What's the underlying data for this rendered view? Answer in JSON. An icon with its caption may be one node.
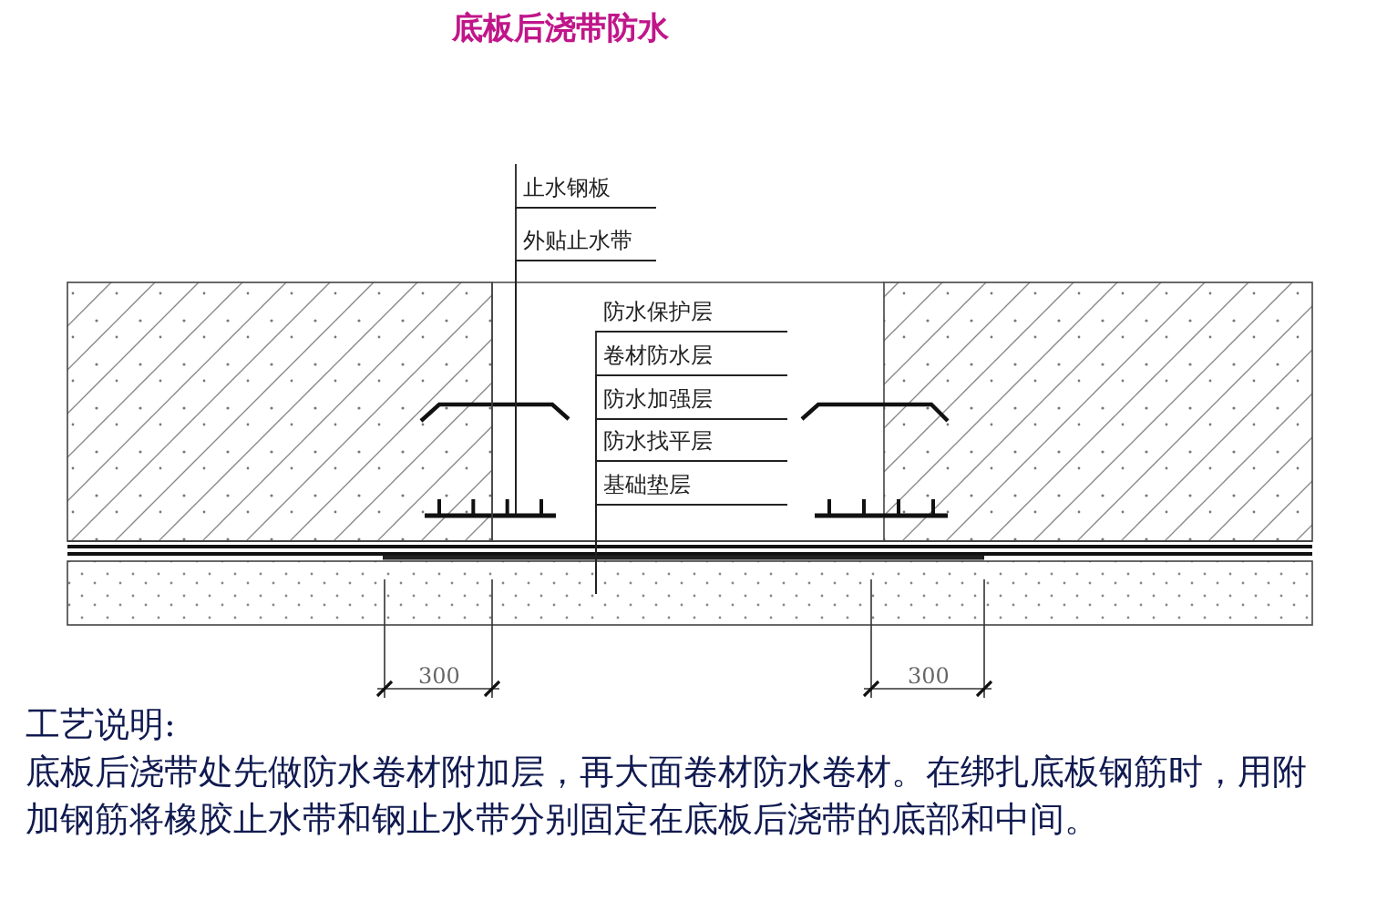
{
  "diagram": {
    "title": "底板后浇带防水",
    "nodes": [
      {
        "text": [
          "止水钢板"
        ]
      },
      {
        "text": [
          "外贴止水带"
        ]
      },
      {
        "text": [
          "防水保护层"
        ]
      },
      {
        "text": [
          "卷材防水层"
        ]
      },
      {
        "text": [
          "防水加强层"
        ]
      },
      {
        "text": [
          "防水找平层"
        ]
      },
      {
        "text": [
          "基础垫层"
        ]
      }
    ],
    "edges": [
      {
        "from": 0,
        "to": null,
        "arrow": "none"
      },
      {
        "from": 1,
        "to": null,
        "arrow": "none"
      },
      {
        "from": 2,
        "to": null,
        "arrow": "none"
      },
      {
        "from": 3,
        "to": null,
        "arrow": "none"
      },
      {
        "from": 4,
        "to": null,
        "arrow": "none"
      },
      {
        "from": 5,
        "to": null,
        "arrow": "none"
      },
      {
        "from": 6,
        "to": null,
        "arrow": "none"
      }
    ],
    "labels": [
      "300",
      "300",
      "工艺说明:",
      "底板后浇带处先做防水卷材附加层，再大面卷材防水卷材。在绑扎底板钢筋时，用附加钢筋将橡胶止水带和钢止水带分别固定在底板后浇带的底部和中间。"
    ]
  }
}
